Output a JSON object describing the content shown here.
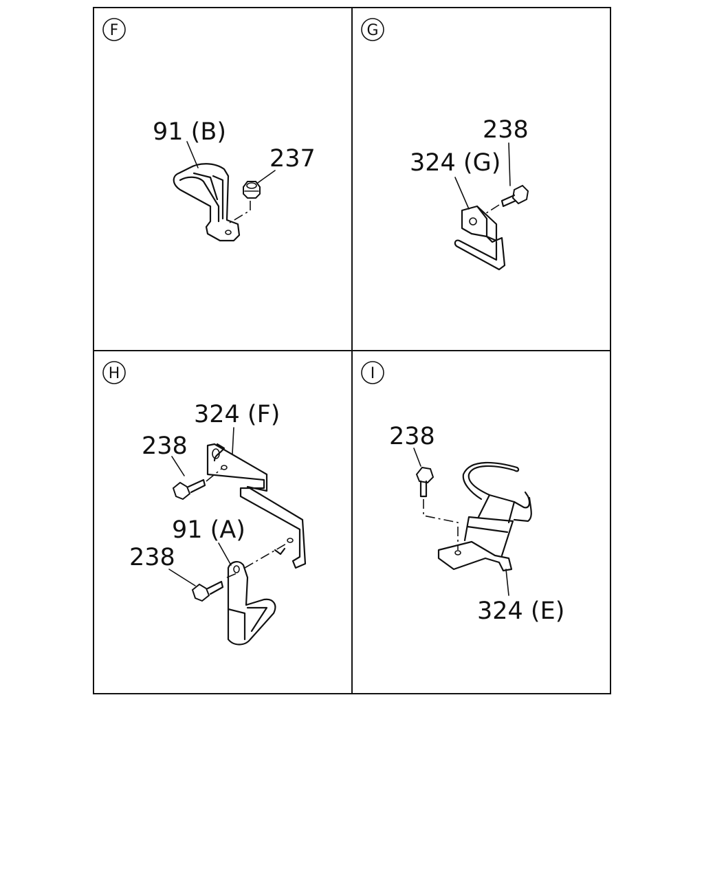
{
  "panels": [
    {
      "id": "F",
      "badge": "F",
      "callouts": [
        "91 (B)",
        "237"
      ]
    },
    {
      "id": "G",
      "badge": "G",
      "callouts": [
        "238",
        "324 (G)"
      ]
    },
    {
      "id": "H",
      "badge": "H",
      "callouts": [
        "324 (F)",
        "238",
        "91 (A)",
        "238"
      ]
    },
    {
      "id": "I",
      "badge": "I",
      "callouts": [
        "238",
        "324 (E)"
      ]
    }
  ]
}
